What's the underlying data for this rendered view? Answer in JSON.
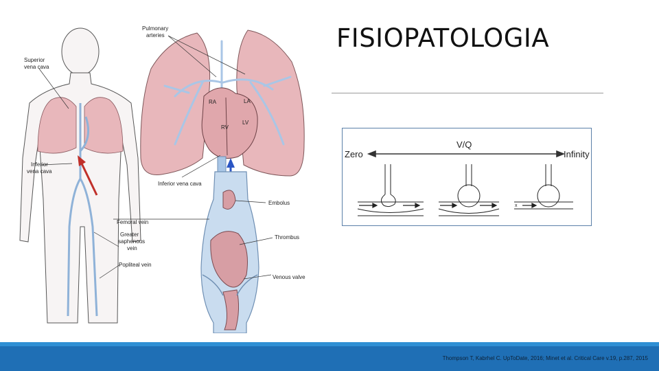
{
  "slide": {
    "title": "FISIOPATOLOGIA",
    "citation": "Thompson T, Kabrhel C. UpToDate, 2016; Minet et al. Critical Care v.19, p.287, 2015"
  },
  "anatomy_labels": {
    "superior_vena_cava_1": "Superior",
    "superior_vena_cava_2": "vena cava",
    "pulmonary_arteries_1": "Pulmonary",
    "pulmonary_arteries_2": "arteries",
    "ra": "RA",
    "la": "LA",
    "rv": "RV",
    "lv": "LV",
    "inferior_vena_cava_left_1": "Inferior",
    "inferior_vena_cava_left_2": "vena cava",
    "inferior_vena_cava": "Inferior vena cava",
    "embolus": "Embolus",
    "femoral_vein": "Femoral vein",
    "greater_saphenous_1": "Greater",
    "greater_saphenous_2": "saphenous",
    "greater_saphenous_3": "vein",
    "thrombus": "Thrombus",
    "popliteal_vein": "Popliteal vein",
    "venous_valve": "Venous valve"
  },
  "vq": {
    "title": "V/Q",
    "left": "Zero",
    "right": "Infinity",
    "x_mark": "x"
  },
  "colors": {
    "lung_fill": "#e8b7bb",
    "vessel_blue": "#a9c6e6",
    "footer_blue": "#1f6fb5",
    "footer_light": "#2f8fd4",
    "arrow_red": "#c0302a",
    "arrow_blue": "#2b56c4"
  }
}
